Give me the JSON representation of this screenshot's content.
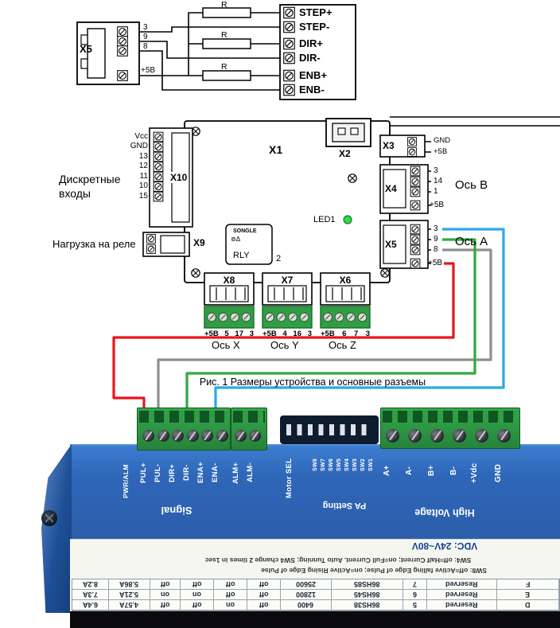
{
  "schematic": {
    "input_connector": {
      "label": "X5",
      "pins": [
        "3",
        "9",
        "8",
        "+5В"
      ]
    },
    "resistor_label": "R",
    "terminal_block": {
      "labels": [
        "STEP+",
        "STEP-",
        "DIR+",
        "DIR-",
        "ENB+",
        "ENB-"
      ]
    },
    "board": {
      "label": "X1",
      "x2_label": "X2",
      "x3": {
        "label": "X3",
        "pins": [
          "GND",
          "+5В"
        ]
      },
      "x4": {
        "label": "X4",
        "pins": [
          "3",
          "14",
          "1",
          "+5В"
        ],
        "axis": "Ось B"
      },
      "x5": {
        "label": "X5",
        "pins": [
          "3",
          "9",
          "8",
          "+5В"
        ],
        "axis": "Ось А"
      },
      "x10": {
        "label": "X10",
        "pins": [
          "Vcc",
          "GND",
          "13",
          "12",
          "11",
          "10",
          "15"
        ]
      },
      "x9_label": "X9",
      "relay": {
        "brand": "SONGLE",
        "symbols": "⊚Δ",
        "label": "RLY",
        "suffix": "2"
      },
      "led_label": "LED1",
      "x8": {
        "label": "X8",
        "pins": [
          "+5В",
          "5",
          "17",
          "3"
        ],
        "axis": "Ось X"
      },
      "x7": {
        "label": "X7",
        "pins": [
          "+5В",
          "4",
          "16",
          "3"
        ],
        "axis": "Ось Y"
      },
      "x6": {
        "label": "X6",
        "pins": [
          "+5В",
          "6",
          "7",
          "3"
        ],
        "axis": "Ось Z"
      },
      "discrete_inputs_label": "Дискретные входы",
      "relay_load_label": "Нагрузка на реле"
    },
    "caption": "Рис. 1 Размеры устройства и основные разъемы"
  },
  "driver": {
    "signal_terminals": [
      "PWR/ALM",
      "PUL+",
      "PUL-",
      "DIR+",
      "DIR-",
      "ENA+",
      "ENA-"
    ],
    "alarm_terminals": [
      "ALM+",
      "ALM-"
    ],
    "dip_labels": [
      "SW8",
      "SW7",
      "SW6",
      "SW5",
      "SW4",
      "SW3",
      "SW2",
      "SW1"
    ],
    "power_terminals": [
      "A+",
      "A-",
      "B+",
      "B-",
      "+Vdc",
      "GND"
    ],
    "group_labels": {
      "signal": "Signal",
      "motor_sel": "Motor SEL",
      "pa_setting": "PA Setting",
      "high_voltage": "High Voltage"
    },
    "vdc_label": "VDC: 24V~80V",
    "notes": [
      "SW4: off=Half Current; on=Full Current.  Auto Tunning; SW4 change 2 times in 1sec",
      "SW8: off=Active falling Edge of Pulse; on=Active Rising Edge of Pulse"
    ],
    "table": {
      "rows": [
        [
          "8.2A",
          "5.86A",
          "off",
          "off",
          "off",
          "off",
          "25600",
          "86HS85",
          "7",
          "Reserved",
          "F"
        ],
        [
          "7.3A",
          "5.21A",
          "on",
          "on",
          "off",
          "off",
          "12800",
          "86HS45",
          "6",
          "Reserved",
          "E"
        ],
        [
          "6.4A",
          "4.57A",
          "off",
          "off",
          "on",
          "off",
          "6400",
          "86HS38",
          "5",
          "Reserved",
          "D"
        ]
      ]
    },
    "wire_colors": {
      "red": "#e8151d",
      "gray": "#8f8f8f",
      "green": "#2faa3c",
      "blue": "#2aa8e8"
    }
  }
}
